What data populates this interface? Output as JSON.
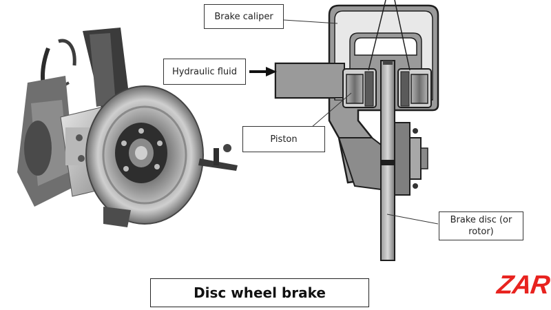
{
  "labels": {
    "brake_caliper": "Brake caliper",
    "hydraulic_fluid": "Hydraulic fluid",
    "piston": "Piston",
    "brake_disc": "Brake disc (or rotor)"
  },
  "title": "Disc wheel brake",
  "logo": "ZAR",
  "colors": {
    "logo": "#e8231f",
    "caliper_fill": "#8a8a8a",
    "outline": "#1e1e1e"
  }
}
